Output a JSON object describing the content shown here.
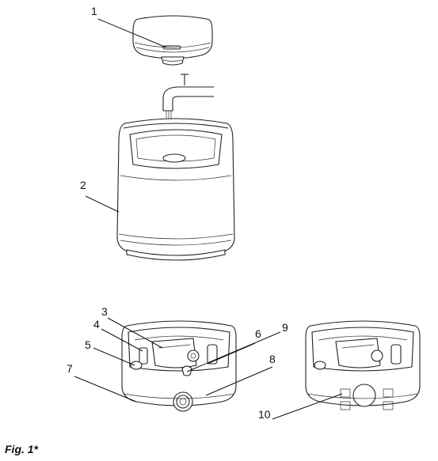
{
  "caption": "Fig. 1*",
  "callouts": [
    {
      "id": "1",
      "label": "1"
    },
    {
      "id": "2",
      "label": "2"
    },
    {
      "id": "3",
      "label": "3"
    },
    {
      "id": "4",
      "label": "4"
    },
    {
      "id": "5",
      "label": "5"
    },
    {
      "id": "6",
      "label": "6"
    },
    {
      "id": "7",
      "label": "7"
    },
    {
      "id": "8",
      "label": "8"
    },
    {
      "id": "9",
      "label": "9"
    },
    {
      "id": "10",
      "label": "10"
    }
  ]
}
